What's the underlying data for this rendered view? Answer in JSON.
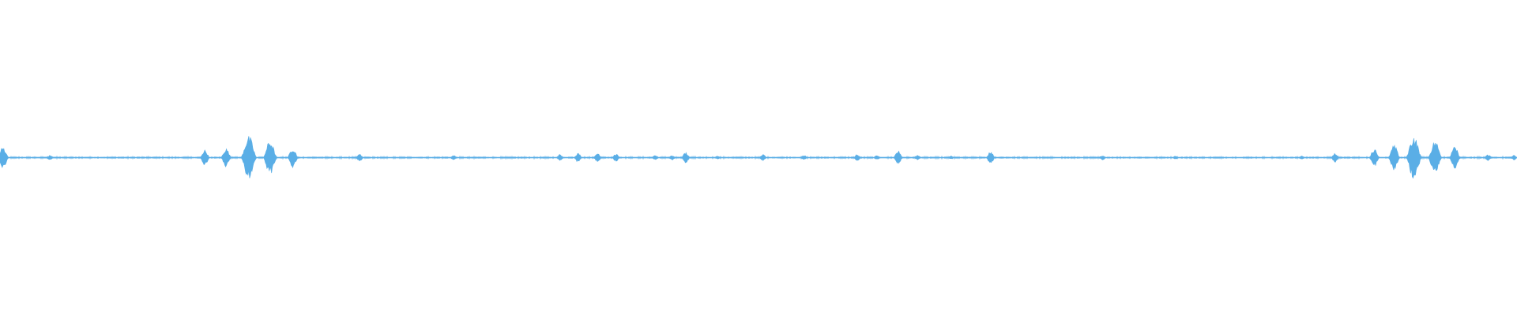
{
  "waveform": {
    "color": "#5aaee6",
    "background": "#ffffff",
    "bursts": [
      {
        "position": 0.002,
        "amplitude": 0.14
      },
      {
        "position": 0.033,
        "amplitude": 0.03
      },
      {
        "position": 0.135,
        "amplitude": 0.1
      },
      {
        "position": 0.149,
        "amplitude": 0.12
      },
      {
        "position": 0.164,
        "amplitude": 0.28
      },
      {
        "position": 0.178,
        "amplitude": 0.22
      },
      {
        "position": 0.193,
        "amplitude": 0.13
      },
      {
        "position": 0.237,
        "amplitude": 0.05
      },
      {
        "position": 0.299,
        "amplitude": 0.03
      },
      {
        "position": 0.369,
        "amplitude": 0.04
      },
      {
        "position": 0.381,
        "amplitude": 0.06
      },
      {
        "position": 0.394,
        "amplitude": 0.06
      },
      {
        "position": 0.406,
        "amplitude": 0.05
      },
      {
        "position": 0.432,
        "amplitude": 0.03
      },
      {
        "position": 0.443,
        "amplitude": 0.03
      },
      {
        "position": 0.452,
        "amplitude": 0.07
      },
      {
        "position": 0.473,
        "amplitude": 0.02
      },
      {
        "position": 0.503,
        "amplitude": 0.04
      },
      {
        "position": 0.53,
        "amplitude": 0.03
      },
      {
        "position": 0.565,
        "amplitude": 0.04
      },
      {
        "position": 0.578,
        "amplitude": 0.03
      },
      {
        "position": 0.592,
        "amplitude": 0.09
      },
      {
        "position": 0.605,
        "amplitude": 0.03
      },
      {
        "position": 0.627,
        "amplitude": 0.02
      },
      {
        "position": 0.653,
        "amplitude": 0.08
      },
      {
        "position": 0.727,
        "amplitude": 0.03
      },
      {
        "position": 0.775,
        "amplitude": 0.02
      },
      {
        "position": 0.858,
        "amplitude": 0.02
      },
      {
        "position": 0.88,
        "amplitude": 0.06
      },
      {
        "position": 0.906,
        "amplitude": 0.12
      },
      {
        "position": 0.919,
        "amplitude": 0.16
      },
      {
        "position": 0.932,
        "amplitude": 0.28
      },
      {
        "position": 0.946,
        "amplitude": 0.22
      },
      {
        "position": 0.959,
        "amplitude": 0.14
      },
      {
        "position": 0.981,
        "amplitude": 0.04
      },
      {
        "position": 0.998,
        "amplitude": 0.03
      }
    ]
  }
}
